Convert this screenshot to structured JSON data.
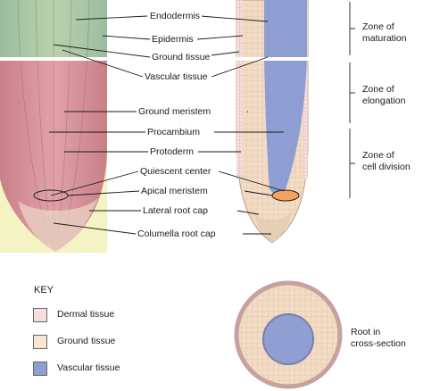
{
  "labels": {
    "endodermis": "Endodermis",
    "epidermis": "Epidermis",
    "ground_tissue": "Ground tissue",
    "vascular_tissue": "Vascular tissue",
    "ground_meristem": "Ground meristem",
    "procambium": "Procambium",
    "protoderm": "Protoderm",
    "quiescent_center": "Quiescent center",
    "apical_meristem": "Apical meristem",
    "lateral_root_cap": "Lateral root cap",
    "columella_root_cap": "Columella root cap"
  },
  "zones": {
    "maturation": "Zone of\nmaturation",
    "elongation": "Zone of\nelongation",
    "division": "Zone of\ncell division"
  },
  "key": {
    "title": "KEY",
    "items": [
      {
        "label": "Dermal tissue",
        "color": "#f6dede"
      },
      {
        "label": "Ground tissue",
        "color": "#f6e6d3"
      },
      {
        "label": "Vascular tissue",
        "color": "#8f9fd3"
      }
    ]
  },
  "cross_section_label": "Root in\ncross-section",
  "colors": {
    "dermal": "#f6dede",
    "ground": "#f3dcc6",
    "vascular": "#8f9fd3",
    "micrograph_bg": "#f4f3c4",
    "micrograph_tissue": "#d9989f",
    "micrograph_green": "#9fc0a4"
  }
}
